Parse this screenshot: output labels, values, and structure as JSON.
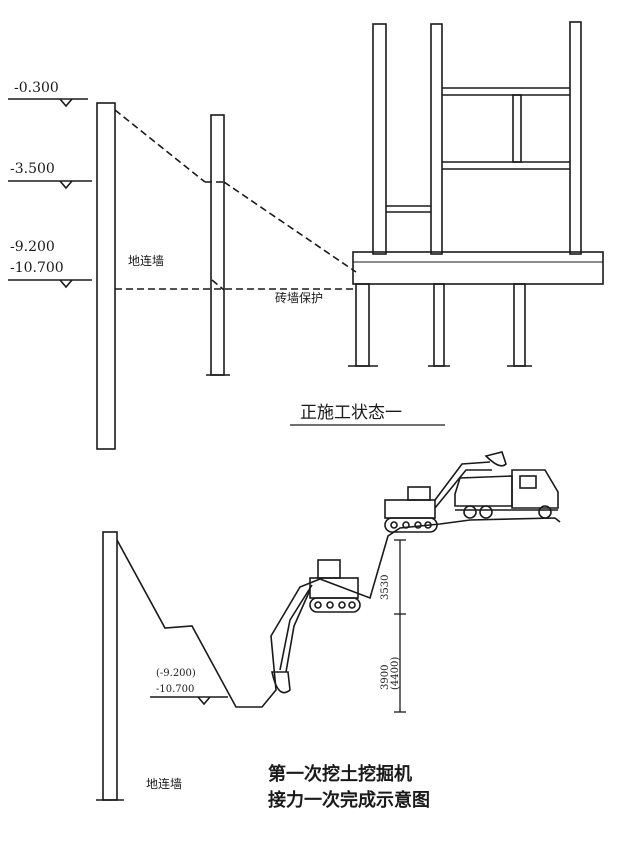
{
  "top": {
    "levels": [
      "-0.300",
      "-3.500",
      "-9.200",
      "-10.700"
    ],
    "wall_label": "地连墙",
    "protect_label": "砖墙保护",
    "caption": "正施工状态一"
  },
  "bottom": {
    "levels": [
      "(-9.200)",
      "-10.700"
    ],
    "dim_upper": "3530",
    "dim_lower": "3900",
    "dim_lower_alt": "(4400)",
    "wall_label": "地连墙",
    "caption_line1": "第一次挖土挖掘机",
    "caption_line2": "接力一次完成示意图"
  }
}
